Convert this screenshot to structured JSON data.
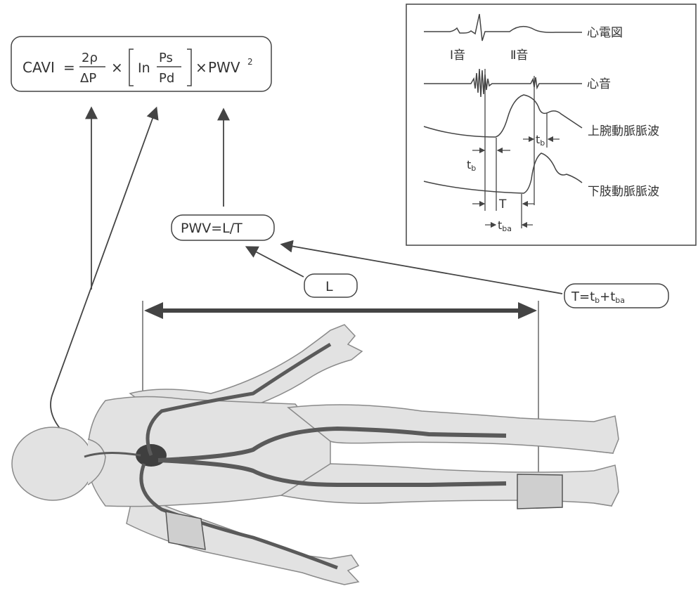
{
  "formula": {
    "cavi": "CAVI",
    "eq": "=",
    "num": "2ρ",
    "den": "ΔP",
    "times1": "×",
    "ln": "In",
    "ps": "Ps",
    "pd": "Pd",
    "times2": "×",
    "pwv": "PWV",
    "sq": "2"
  },
  "pwv_formula": "PWV=L/T",
  "l_label": "L",
  "t_formula": {
    "t": "T=t",
    "b": "b",
    "plus": "+t",
    "ba": "ba"
  },
  "waveform_panel": {
    "ecg": "心電図",
    "heart_sound": "心音",
    "first_sound": "Ⅰ音",
    "second_sound": "Ⅱ音",
    "brachial": "上腕動脈脈波",
    "ankle": "下肢動脈脈波",
    "tb_label": "t",
    "tb_sub": "b",
    "tb2_label": "t",
    "tb2_sub": "b",
    "t_label": "T",
    "tba_label": "t",
    "tba_sub": "ba"
  },
  "colors": {
    "line": "#444444",
    "body_fill": "#e2e2e2",
    "body_stroke": "#8a8a8a",
    "artery": "#5a5a5a",
    "cuff": "#cfcfcf"
  }
}
